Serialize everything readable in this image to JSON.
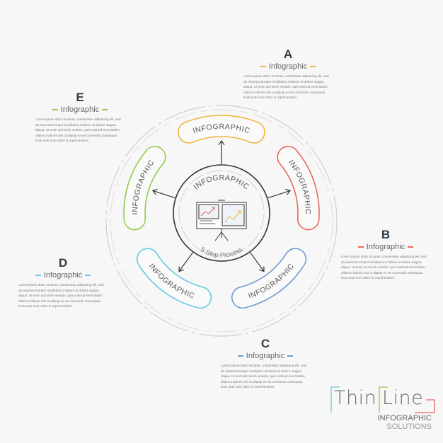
{
  "colors": {
    "A": "#f0b43a",
    "B": "#e8685a",
    "C": "#6f9bd1",
    "D": "#66cce0",
    "E": "#92cc4a",
    "ring": "#cfcfcf",
    "center": "#333333"
  },
  "center": {
    "title": "INFOGRAPHIC",
    "subtitle": "5 Step Process",
    "icon": "presentation-board-icon"
  },
  "pills": [
    {
      "key": "A",
      "label": "INFOGRAPHIC"
    },
    {
      "key": "B",
      "label": "INFOGRAPHIC"
    },
    {
      "key": "C",
      "label": "INFOGRAPHIC"
    },
    {
      "key": "D",
      "label": "INFOGRAPHIC"
    },
    {
      "key": "E",
      "label": "INFOGRAPHIC"
    }
  ],
  "steps": {
    "A": {
      "letter": "A",
      "title": "Infographic",
      "body": "Lorem ipsum dolor sit amet, consectetur adipiscing elit, sed do eiusmod tempor incididunt ut labore et dolore magna aliqua. Ut enim ad minim veniam, quis nostrud exercitation ullamco laboris nisi ut aliquip ex ea commodo consequat. Duis aute irure dolor in reprehenderit."
    },
    "B": {
      "letter": "B",
      "title": "Infographic",
      "body": "Lorem ipsum dolor sit amet, consectetur adipiscing elit, sed do eiusmod tempor incididunt ut labore et dolore magna aliqua. Ut enim ad minim veniam, quis nostrud exercitation ullamco laboris nisi ut aliquip ex ea commodo consequat. Duis aute irure dolor in reprehenderit."
    },
    "C": {
      "letter": "C",
      "title": "Infographic",
      "body": "Lorem ipsum dolor sit amet, consectetur adipiscing elit, sed do eiusmod tempor incididunt ut labore et dolore magna aliqua. Ut enim ad minim veniam, quis nostrud exercitation ullamco laboris nisi ut aliquip ex ea commodo consequat. Duis aute irure dolor in reprehenderit."
    },
    "D": {
      "letter": "D",
      "title": "Infographic",
      "body": "Lorem ipsum dolor sit amet, consectetur adipiscing elit, sed do eiusmod tempor incididunt ut labore et dolore magna aliqua. Ut enim ad minim veniam, quis nostrud exercitation ullamco laboris nisi ut aliquip ex ea commodo consequat. Duis aute irure dolor in reprehenderit."
    },
    "E": {
      "letter": "E",
      "title": "Infographic",
      "body": "Lorem ipsum dolor sit amet, consectetur adipiscing elit, sed do eiusmod tempor incididunt ut labore et dolore magna aliqua. Ut enim ad minim veniam, quis nostrud exercitation ullamco laboris nisi ut aliquip ex ea commodo consequat. Duis aute irure dolor in reprehenderit."
    }
  },
  "brand": {
    "word1": "Thin",
    "word2": "Line",
    "sub1": "INFOGRAPHIC",
    "sub2": "SOLUTIONS"
  }
}
